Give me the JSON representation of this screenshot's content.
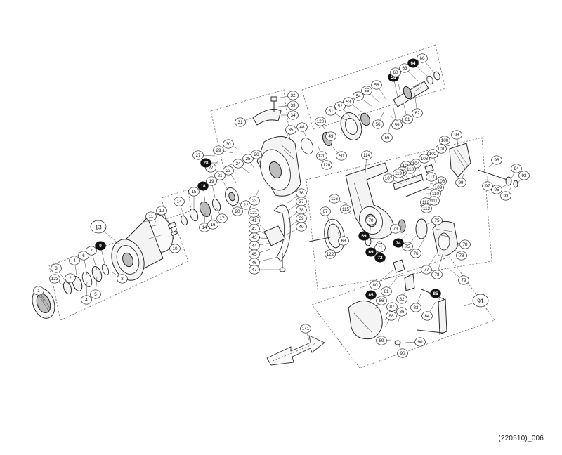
{
  "document_code": "(220510)_006",
  "callouts": [
    {
      "n": "1"
    },
    {
      "n": "2"
    },
    {
      "n": "3"
    },
    {
      "n": "4"
    },
    {
      "n": "4"
    },
    {
      "n": "5"
    },
    {
      "n": "6"
    },
    {
      "n": "7"
    },
    {
      "n": "8"
    },
    {
      "n": "9",
      "filled": true
    },
    {
      "n": "10"
    },
    {
      "n": "11"
    },
    {
      "n": "12"
    },
    {
      "n": "13",
      "group": true
    },
    {
      "n": "14"
    },
    {
      "n": "14"
    },
    {
      "n": "15"
    },
    {
      "n": "16"
    },
    {
      "n": "17"
    },
    {
      "n": "18",
      "filled": true
    },
    {
      "n": "19"
    },
    {
      "n": "20"
    },
    {
      "n": "21"
    },
    {
      "n": "22"
    },
    {
      "n": "23"
    },
    {
      "n": "23"
    },
    {
      "n": "24"
    },
    {
      "n": "25"
    },
    {
      "n": "26"
    },
    {
      "n": "27"
    },
    {
      "n": "27"
    },
    {
      "n": "28",
      "filled": true
    },
    {
      "n": "29"
    },
    {
      "n": "30"
    },
    {
      "n": "31"
    },
    {
      "n": "32"
    },
    {
      "n": "33"
    },
    {
      "n": "34"
    },
    {
      "n": "35"
    },
    {
      "n": "36"
    },
    {
      "n": "37"
    },
    {
      "n": "38"
    },
    {
      "n": "39"
    },
    {
      "n": "40"
    },
    {
      "n": "41"
    },
    {
      "n": "42"
    },
    {
      "n": "43"
    },
    {
      "n": "44"
    },
    {
      "n": "45"
    },
    {
      "n": "46"
    },
    {
      "n": "47"
    },
    {
      "n": "48"
    },
    {
      "n": "49"
    },
    {
      "n": "50"
    },
    {
      "n": "51"
    },
    {
      "n": "52"
    },
    {
      "n": "53"
    },
    {
      "n": "54"
    },
    {
      "n": "55"
    },
    {
      "n": "56"
    },
    {
      "n": "56"
    },
    {
      "n": "56"
    },
    {
      "n": "57"
    },
    {
      "n": "58",
      "filled": true
    },
    {
      "n": "59"
    },
    {
      "n": "60"
    },
    {
      "n": "61"
    },
    {
      "n": "62"
    },
    {
      "n": "63"
    },
    {
      "n": "64",
      "filled": true
    },
    {
      "n": "66"
    },
    {
      "n": "67"
    },
    {
      "n": "68"
    },
    {
      "n": "69",
      "filled": true
    },
    {
      "n": "69",
      "filled": true
    },
    {
      "n": "70"
    },
    {
      "n": "71"
    },
    {
      "n": "72",
      "filled": true
    },
    {
      "n": "73"
    },
    {
      "n": "74",
      "filled": true
    },
    {
      "n": "75"
    },
    {
      "n": "75"
    },
    {
      "n": "76"
    },
    {
      "n": "77"
    },
    {
      "n": "78"
    },
    {
      "n": "78"
    },
    {
      "n": "78"
    },
    {
      "n": "79"
    },
    {
      "n": "80"
    },
    {
      "n": "81"
    },
    {
      "n": "82"
    },
    {
      "n": "83"
    },
    {
      "n": "84"
    },
    {
      "n": "85",
      "filled": true
    },
    {
      "n": "85",
      "filled": true
    },
    {
      "n": "86"
    },
    {
      "n": "86"
    },
    {
      "n": "87"
    },
    {
      "n": "88"
    },
    {
      "n": "89"
    },
    {
      "n": "90"
    },
    {
      "n": "90"
    },
    {
      "n": "91",
      "group": true
    },
    {
      "n": "92"
    },
    {
      "n": "93"
    },
    {
      "n": "94"
    },
    {
      "n": "95"
    },
    {
      "n": "96"
    },
    {
      "n": "97"
    },
    {
      "n": "98"
    },
    {
      "n": "99"
    },
    {
      "n": "100"
    },
    {
      "n": "101"
    },
    {
      "n": "102"
    },
    {
      "n": "103"
    },
    {
      "n": "104"
    },
    {
      "n": "105"
    },
    {
      "n": "106"
    },
    {
      "n": "107"
    },
    {
      "n": "108"
    },
    {
      "n": "109"
    },
    {
      "n": "110"
    },
    {
      "n": "111"
    },
    {
      "n": "112"
    },
    {
      "n": "113"
    },
    {
      "n": "114"
    },
    {
      "n": "115"
    },
    {
      "n": "116"
    },
    {
      "n": "117"
    },
    {
      "n": "118"
    },
    {
      "n": "119"
    },
    {
      "n": "120"
    },
    {
      "n": "120"
    },
    {
      "n": "120"
    },
    {
      "n": "121"
    },
    {
      "n": "122"
    },
    {
      "n": "123"
    },
    {
      "n": "141"
    }
  ]
}
